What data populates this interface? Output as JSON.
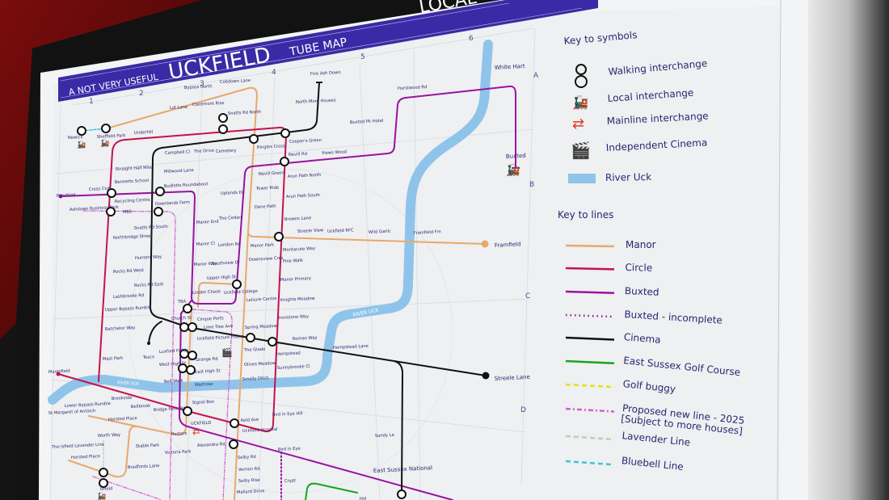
{
  "poster": {
    "title_prefix": "A NOT VERY USEFUL",
    "title_main": "UCKFIELD",
    "title_suffix": "TUBE MAP",
    "banner_right": "LOCAL",
    "column_numbers": [
      "1",
      "2",
      "3",
      "4",
      "5",
      "6"
    ],
    "row_letters": [
      "A",
      "B",
      "C",
      "D"
    ],
    "river_label": "RIVER UCK"
  },
  "colors": {
    "manor": "#e8a86c",
    "circle": "#c4124e",
    "buxted": "#9a12a0",
    "cinema": "#111111",
    "golf_course": "#16a51c",
    "golf_buggy": "#e6e01a",
    "proposed": "#d45fd0",
    "lavender": "#b9cfc0",
    "bluebell": "#45c0d8",
    "river": "#8fc4ea",
    "banner": "#3a2aa6",
    "text": "#2b2470",
    "mainline": "#e03a1e"
  },
  "key_symbols": {
    "heading": "Key to symbols",
    "items": [
      {
        "icon": "walking-interchange-icon",
        "label": "Walking interchange"
      },
      {
        "icon": "steam-train-icon",
        "label": "Local interchange"
      },
      {
        "icon": "national-rail-icon",
        "label": "Mainline interchange"
      },
      {
        "icon": "clapperboard-icon",
        "label": "Independent Cinema"
      },
      {
        "icon": "river-swatch-icon",
        "label": "River Uck"
      }
    ]
  },
  "key_lines": {
    "heading": "Key to lines",
    "items": [
      {
        "label": "Manor",
        "style": "solid",
        "color": "#e8a86c"
      },
      {
        "label": "Circle",
        "style": "solid",
        "color": "#c4124e"
      },
      {
        "label": "Buxted",
        "style": "solid",
        "color": "#9a12a0"
      },
      {
        "label": "Buxted - incomplete",
        "style": "dotted",
        "color": "#9a12a0"
      },
      {
        "label": "Cinema",
        "style": "solid",
        "color": "#111111"
      },
      {
        "label": "East Sussex Golf Course",
        "style": "solid",
        "color": "#16a51c"
      },
      {
        "label": "Golf buggy",
        "style": "dashed",
        "color": "#e6e01a"
      },
      {
        "label": "Proposed new line - 2025",
        "label2": "[Subject to more houses]",
        "style": "dash-dot",
        "color": "#d45fd0"
      },
      {
        "label": "Lavender Line",
        "style": "dashed",
        "color": "#b9cfc0"
      },
      {
        "label": "Bluebell Line",
        "style": "dashed",
        "color": "#45c0d8"
      }
    ]
  },
  "stations": [
    "Bypass North",
    "Cobdown Lane",
    "Lot Lane",
    "Claremont Rise",
    "Snatts Rd North",
    "Underhill",
    "Campbell Cl",
    "The Drive",
    "Cemetery",
    "Ringles Cross",
    "Cooper's Green",
    "Five Ash Down",
    "North More Houses",
    "Nevill Rd",
    "Views Wood",
    "Hurstwood Rd",
    "Buxted Pk Hotel",
    "White Hart",
    "Buxted",
    "Nevill Green",
    "Tower Ride",
    "Dene Path",
    "Uplands Dr",
    "The Cedars",
    "Arun Path North",
    "Arun Path South",
    "Browns Lane",
    "Streele View",
    "Uckfield RFC",
    "Wild Garlic",
    "Framfield Fm",
    "Framfield",
    "Montacute Way",
    "Pine Walk",
    "Manor Primary",
    "Knights Meadow",
    "Ironstone Way",
    "Roman Way",
    "Hempstead",
    "Hempstead Lane",
    "Sunnybrooke Cl",
    "Bird in Eye Hill",
    "Streele Lane",
    "Sandy La",
    "East Sussex National",
    "Manor Park",
    "Downsview Cres",
    "Leisure Centre",
    "Spring Meadow",
    "The Glade",
    "Olives Meadow",
    "Smelly Ditch",
    "Keld Ave",
    "Uckfield Hospital",
    "Bird in Eye",
    "Selby Rd",
    "Vernon Rd",
    "Selby Rise",
    "Mallard Drive",
    "Crypt",
    "London Rd",
    "Southview Dr",
    "Manor End",
    "Manor Cl",
    "Manor Way",
    "Upper High St",
    "Linden Chase",
    "Uckfield College",
    "Straight Half Mile",
    "Bennetts School",
    "Recycling Centre",
    "Cross Club",
    "Ponsfield",
    "Ashdown Business Park",
    "MBS",
    "Downlands Farm",
    "Snatts Rd South",
    "Northbridge Street",
    "Hunters Way",
    "Rocks Rd West",
    "Rocks Rd East",
    "Lashbrooke Rd",
    "Millwood Lane",
    "Budletts Roundabout",
    "Newick",
    "Sheffield Park",
    "Upper Bypass Rumble",
    "Batchelor Way",
    "Mast Park",
    "Tesco",
    "TBA",
    "Church St",
    "Cinque Ports",
    "Lime Tree Ave",
    "Uckfield Picture House",
    "Luxford Fields",
    "Grange Rd",
    "West High St",
    "East High St",
    "Bell Walk",
    "Waitrose",
    "Signal Box",
    "UCKFIELD",
    "Rosters",
    "Alexandra Rd",
    "Bridge Farm Rd",
    "Bellbrook",
    "Brookside",
    "Lower Bypass Rumble",
    "Maresfield",
    "St Margaret of Antioch",
    "Horsted Place",
    "Worth Way",
    "Stable Park",
    "Victoria Park",
    "Bradfords Lane",
    "Horsted Place",
    "Isfield",
    "The Isfield Lavender Line",
    "Hol"
  ]
}
